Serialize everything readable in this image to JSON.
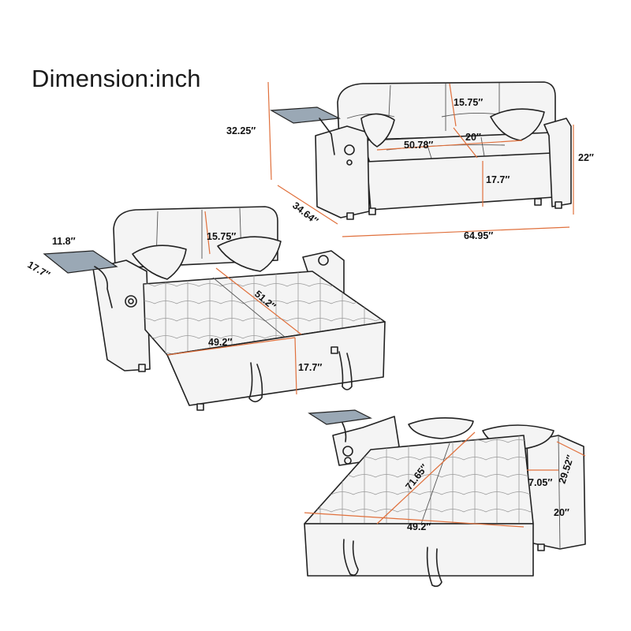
{
  "title": "Dimension:inch",
  "colors": {
    "dimension_line": "#e0703c",
    "sketch": "#222222",
    "cushion": "#f4f4f4"
  },
  "views": {
    "upright": {
      "back_cushion_height": "15.75″",
      "overall_height": "32.25″",
      "seat_width": "50.78″",
      "seat_depth": "20″",
      "arm_height": "22″",
      "seat_height": "17.7″",
      "overall_depth": "34.64″",
      "overall_width": "64.95″"
    },
    "half_open": {
      "tray_width": "11.8″",
      "tray_depth": "17.7″",
      "back_cushion_height": "15.75″",
      "bed_depth": "51.2″",
      "bed_width": "49.2″",
      "seat_height": "17.7″"
    },
    "bed": {
      "bed_length": "71.65″",
      "bed_width": "49.2″",
      "arm_length": "29.52″",
      "arm_width": "7.05″",
      "arm_height": "20″"
    }
  }
}
